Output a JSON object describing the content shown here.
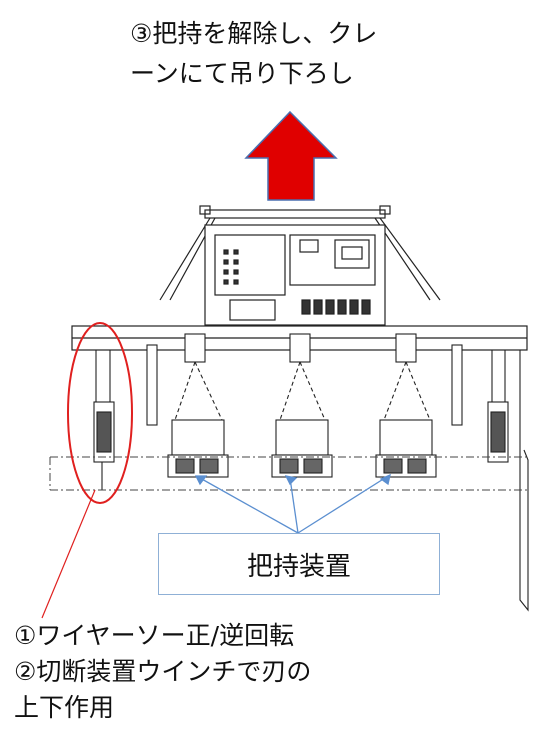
{
  "title": {
    "line1": "③把持を解除し、クレ",
    "line2": "ーンにて吊り下ろし"
  },
  "callout": {
    "label": "把持装置"
  },
  "notes": {
    "line1": "①ワイヤーソー正/逆回転",
    "line2": "②切断装置ウインチで刃の",
    "line3": "上下作用"
  },
  "colors": {
    "arrow_fill": "#e00000",
    "arrow_outline": "#4a6fb0",
    "highlight_ellipse": "#e0201f",
    "pointer_lines": "#5b8fd0",
    "callout_border": "#8fb0d6",
    "drawing_lines": "#222222"
  }
}
